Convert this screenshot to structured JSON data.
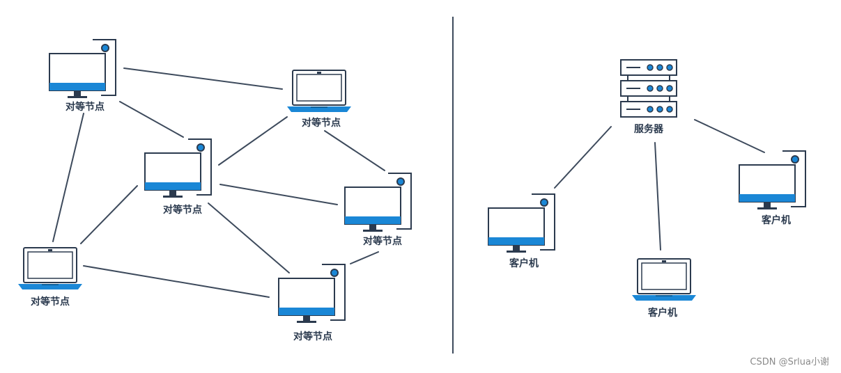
{
  "left_panel": {
    "node_label": "对等节点",
    "nodes": [
      {
        "id": "p1",
        "device": "monitor-tower"
      },
      {
        "id": "p2",
        "device": "laptop"
      },
      {
        "id": "p3",
        "device": "monitor-tower"
      },
      {
        "id": "p4",
        "device": "monitor-tower"
      },
      {
        "id": "p5",
        "device": "laptop"
      },
      {
        "id": "p6",
        "device": "monitor-tower"
      }
    ]
  },
  "right_panel": {
    "server_label": "服务器",
    "client_label": "客户机",
    "clients": [
      {
        "id": "c1",
        "device": "monitor-tower"
      },
      {
        "id": "c2",
        "device": "laptop"
      },
      {
        "id": "c3",
        "device": "monitor-tower"
      }
    ]
  },
  "watermark": "CSDN @Srlua小谢",
  "colors": {
    "accent": "#1a87d6",
    "outline": "#2b3a4e",
    "line": "#3d4a5c"
  }
}
